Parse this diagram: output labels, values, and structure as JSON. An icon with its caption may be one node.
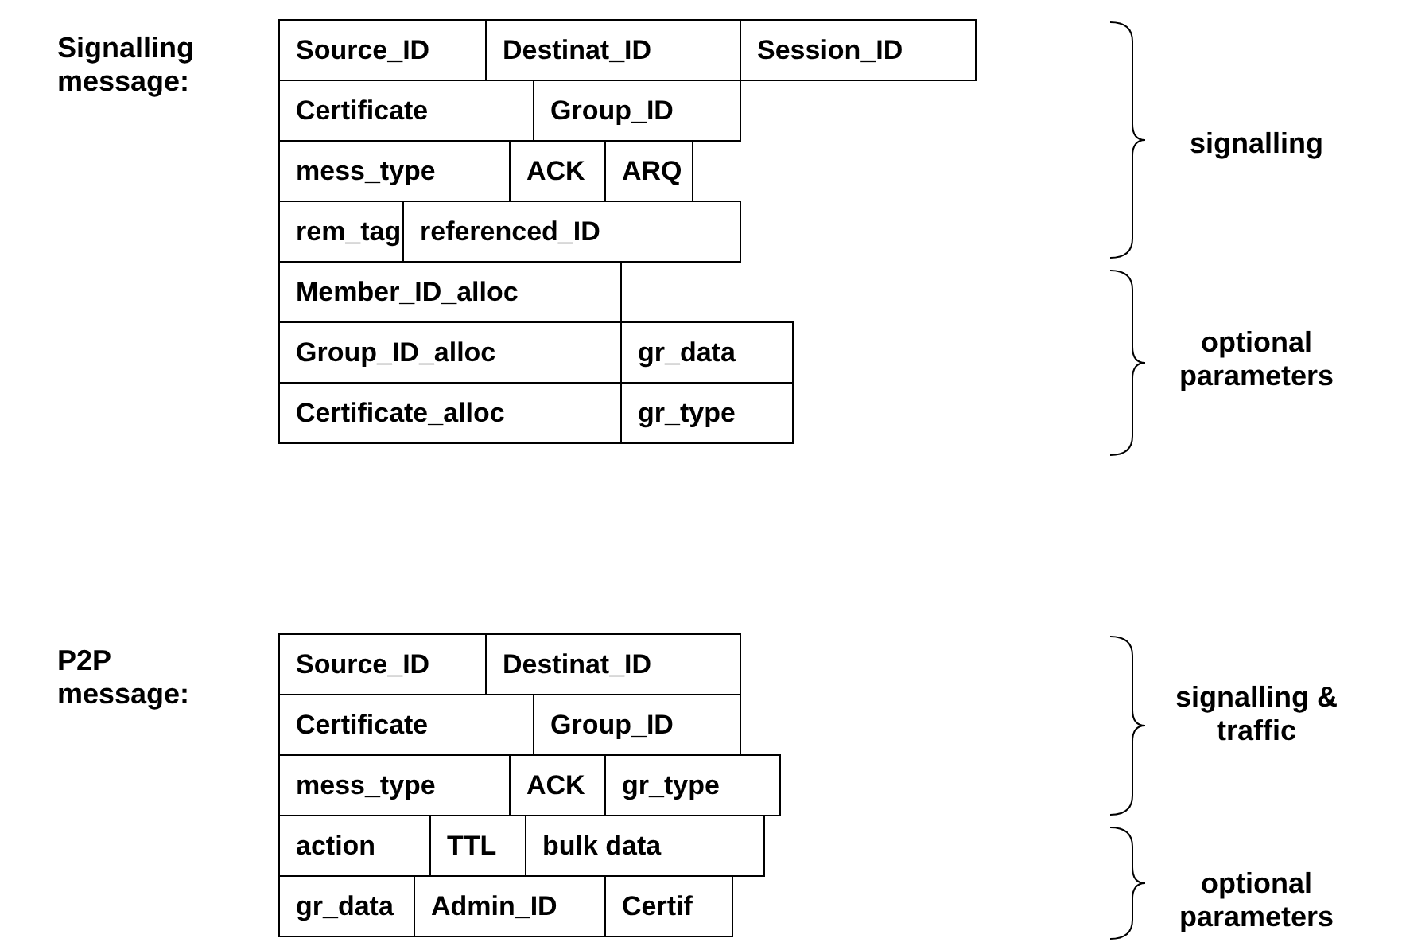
{
  "diagram": {
    "nodes": [
      {
        "text": [
          "Source_ID"
        ]
      },
      {
        "text": [
          "Destinat_ID"
        ]
      },
      {
        "text": [
          "Session_ID"
        ]
      },
      {
        "text": [
          "Certificate"
        ]
      },
      {
        "text": [
          "Group_ID"
        ]
      },
      {
        "text": [
          "mess_type"
        ]
      },
      {
        "text": [
          "ACK"
        ]
      },
      {
        "text": [
          "ARQ"
        ]
      },
      {
        "text": [
          "rem_tag"
        ]
      },
      {
        "text": [
          "referenced_ID"
        ]
      },
      {
        "text": [
          "Member_ID_alloc"
        ]
      },
      {
        "text": [
          "Group_ID_alloc"
        ]
      },
      {
        "text": [
          "gr_data"
        ]
      },
      {
        "text": [
          "Certificate_alloc"
        ]
      },
      {
        "text": [
          "gr_type"
        ]
      },
      {
        "text": [
          "Source_ID"
        ]
      },
      {
        "text": [
          "Destinat_ID"
        ]
      },
      {
        "text": [
          "Certificate"
        ]
      },
      {
        "text": [
          "Group_ID"
        ]
      },
      {
        "text": [
          "mess_type"
        ]
      },
      {
        "text": [
          "ACK"
        ]
      },
      {
        "text": [
          "gr_type"
        ]
      },
      {
        "text": [
          "action"
        ]
      },
      {
        "text": [
          "TTL"
        ]
      },
      {
        "text": [
          "bulk data"
        ]
      },
      {
        "text": [
          "gr_data"
        ]
      },
      {
        "text": [
          "Admin_ID"
        ]
      },
      {
        "text": [
          "Certif"
        ]
      }
    ],
    "labels": [
      "Signalling message:",
      "signalling",
      "optional parameters",
      "P2P message:",
      "signalling & traffic",
      "optional parameters"
    ]
  }
}
